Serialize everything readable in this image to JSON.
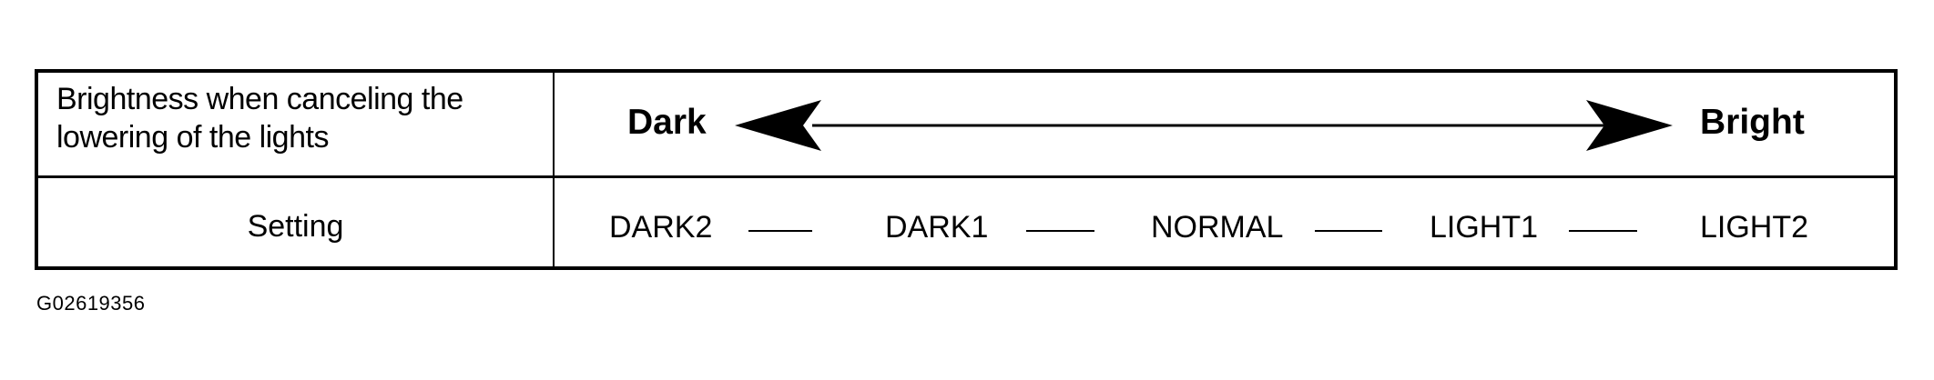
{
  "table": {
    "row_brightness": {
      "label": "Brightness when canceling the lowering of the lights",
      "left_end": "Dark",
      "right_end": "Bright"
    },
    "row_setting": {
      "label": "Setting",
      "values": [
        "DARK2",
        "DARK1",
        "NORMAL",
        "LIGHT1",
        "LIGHT2"
      ]
    }
  },
  "figure_id": "G02619356"
}
